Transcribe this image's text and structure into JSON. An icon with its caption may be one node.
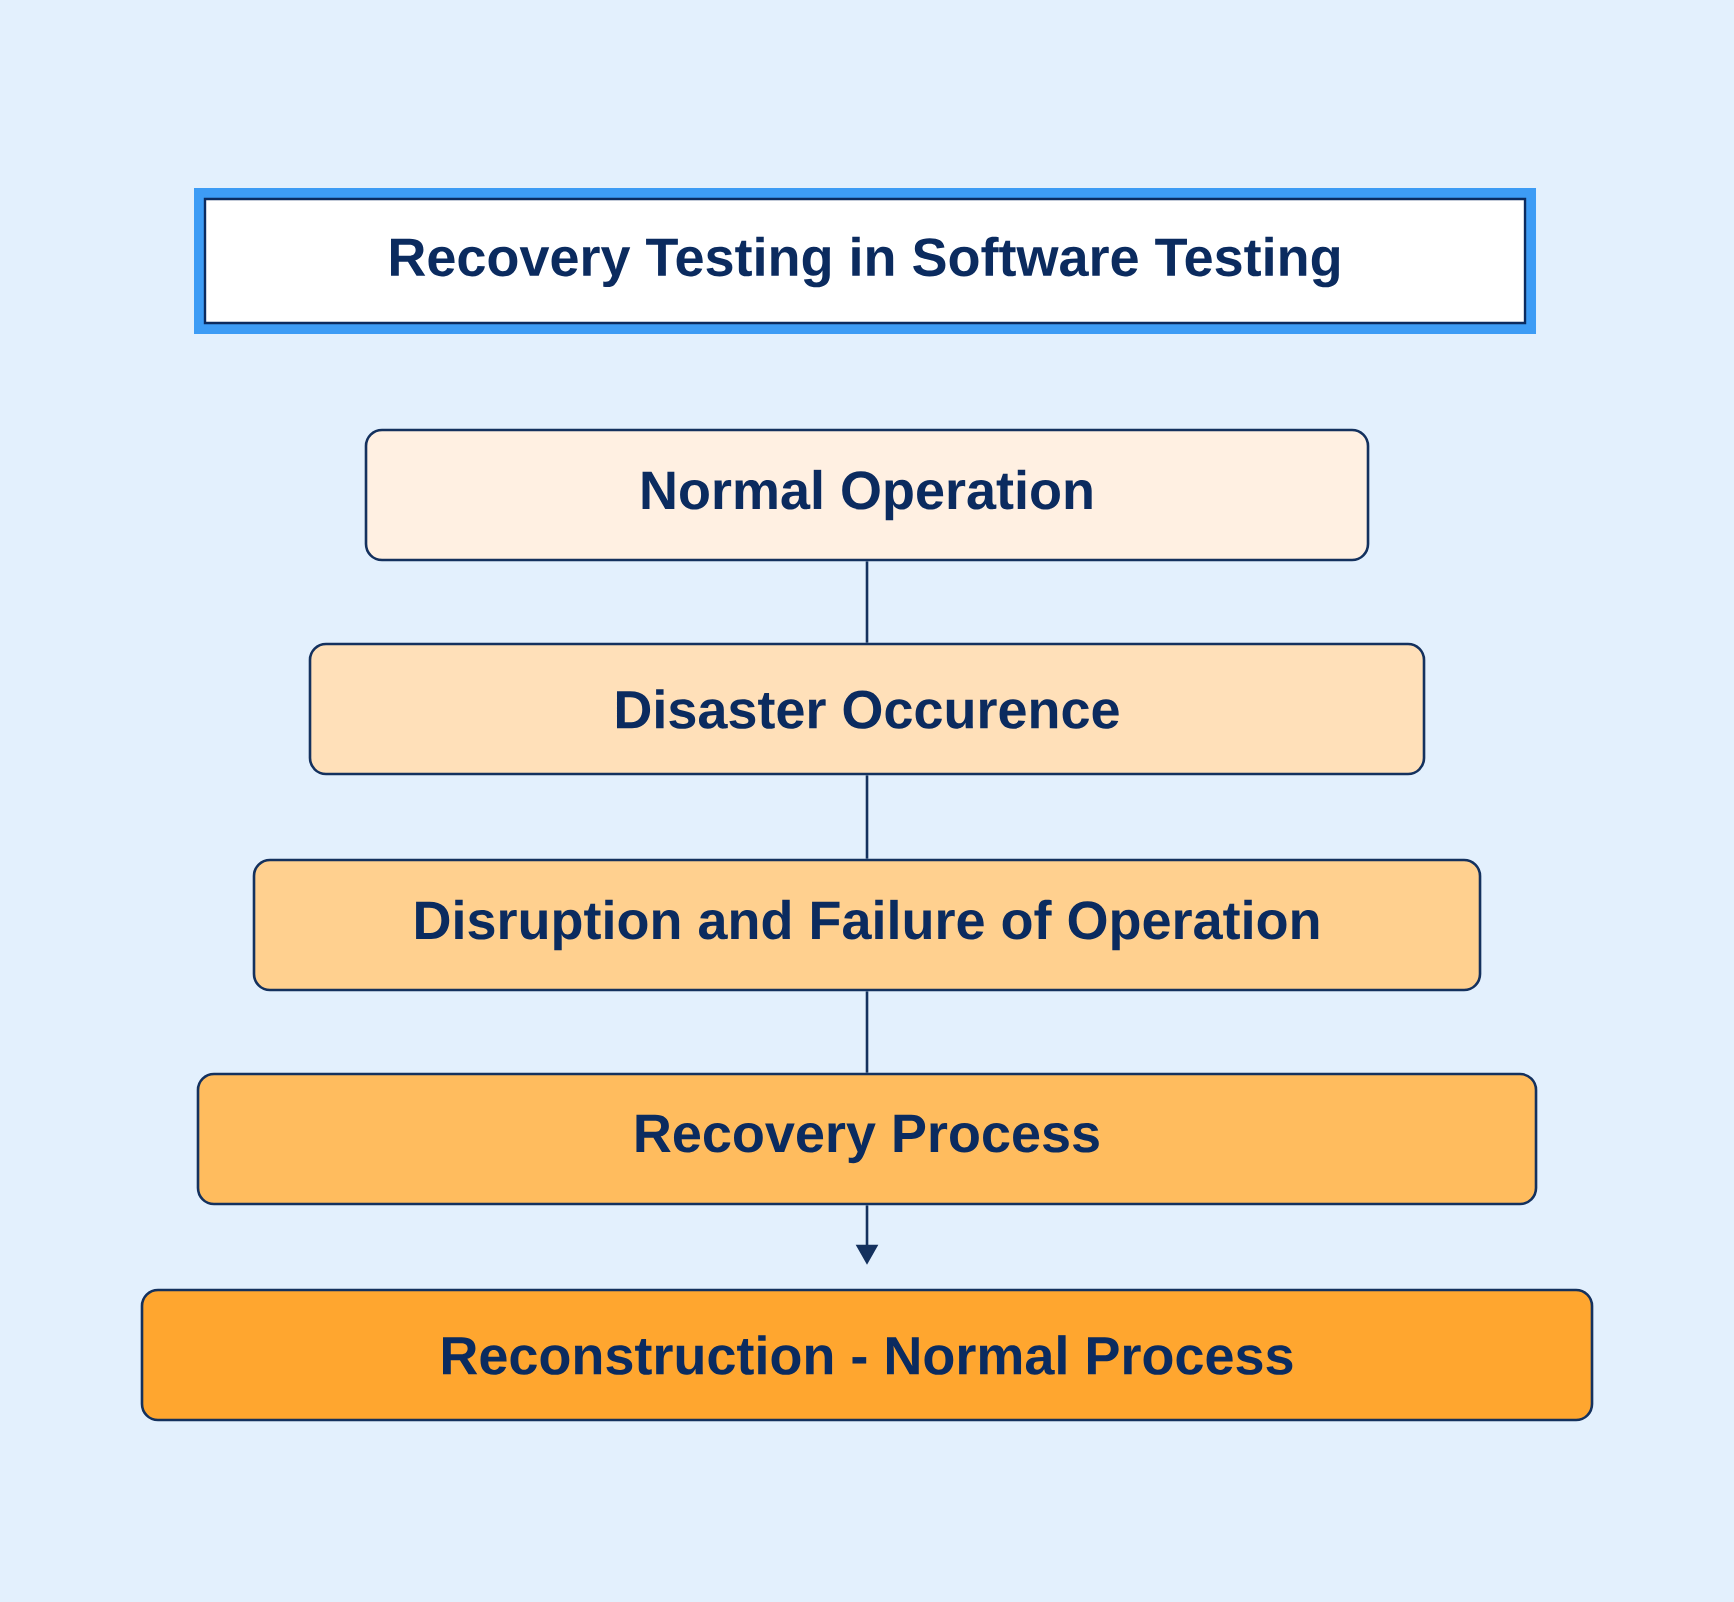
{
  "diagram": {
    "title": "Recovery Testing in Software Testing",
    "nodes": [
      {
        "text": [
          "Normal Operation"
        ]
      },
      {
        "text": [
          "Disaster Occurence"
        ]
      },
      {
        "text": [
          "Disruption and Failure of Operation"
        ]
      },
      {
        "text": [
          "Recovery Process"
        ]
      },
      {
        "text": [
          "Reconstruction - Normal Process"
        ]
      }
    ],
    "edges": [
      {
        "from": 0,
        "to": 1,
        "arrow": "none"
      },
      {
        "from": 1,
        "to": 2,
        "arrow": "none"
      },
      {
        "from": 2,
        "to": 3,
        "arrow": "none"
      },
      {
        "from": 3,
        "to": 4,
        "arrow": "to"
      }
    ]
  }
}
